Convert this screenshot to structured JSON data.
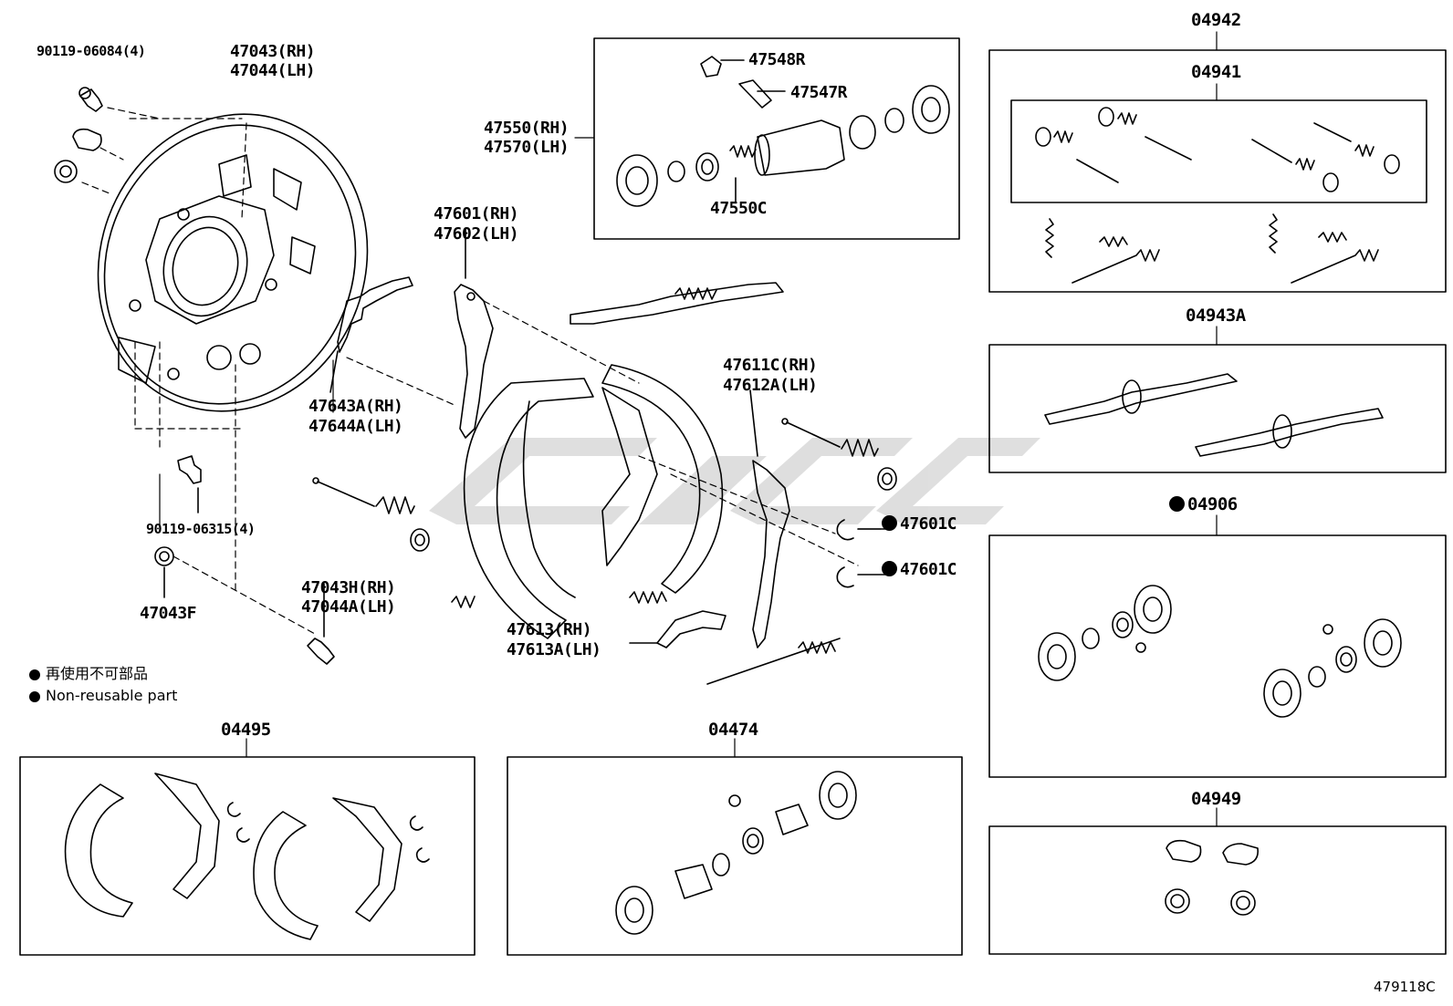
{
  "labels": {
    "bolt_top": "90119-06084(4)",
    "plate_rh": "47043(RH)",
    "plate_lh": "47044(LH)",
    "cyl_rh": "47550(RH)",
    "cyl_lh": "47570(LH)",
    "cap_a": "47548R",
    "bleeder": "47547R",
    "cup_kit": "47550C",
    "lever_rh": "47601(RH)",
    "lever_lh": "47602(LH)",
    "strut_rh": "47643A(RH)",
    "strut_lh": "47644A(LH)",
    "spring_rh": "47611C(RH)",
    "spring_lh": "47612A(LH)",
    "clip_a": "47601C",
    "clip_b": "47601C",
    "bolt_bottom": "90119-06315(4)",
    "plug": "47043F",
    "pin_rh": "47043H(RH)",
    "pin_lh": "47044A(LH)",
    "adj_rh": "47613(RH)",
    "adj_lh": "47613A(LH)",
    "kit_04942": "04942",
    "kit_04941": "04941",
    "kit_04943a": "04943A",
    "kit_04906": "04906",
    "kit_04949": "04949",
    "kit_04495": "04495",
    "kit_04474": "04474",
    "diagram_code": "479118C"
  },
  "legend": {
    "line1": "再使用不可部品",
    "line2": "Non-reusable part"
  },
  "colors": {
    "ink": "#000000",
    "watermark": "#d9d9d9"
  }
}
